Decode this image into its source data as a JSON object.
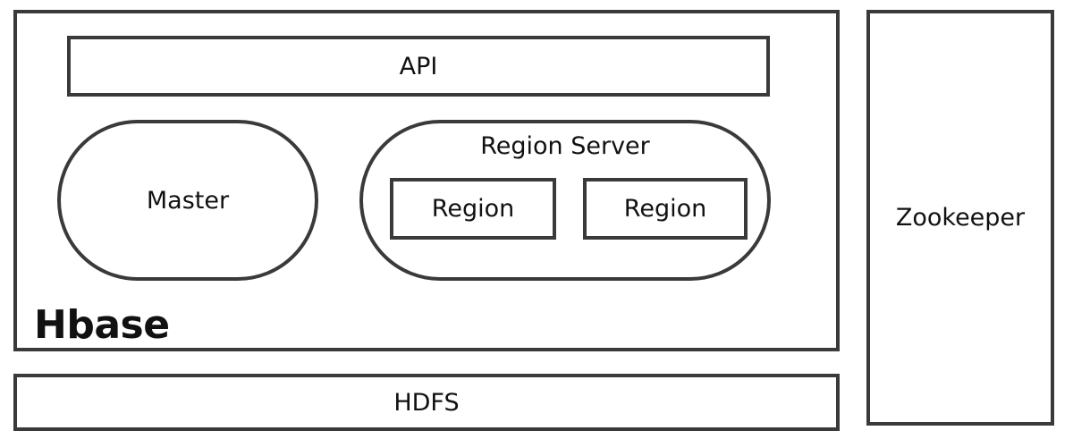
{
  "diagram": {
    "hbase_title": "Hbase",
    "api_label": "API",
    "master_label": "Master",
    "region_server": {
      "label": "Region Server",
      "regions": [
        "Region",
        "Region"
      ]
    },
    "hdfs_label": "HDFS",
    "zookeeper_label": "Zookeeper"
  }
}
